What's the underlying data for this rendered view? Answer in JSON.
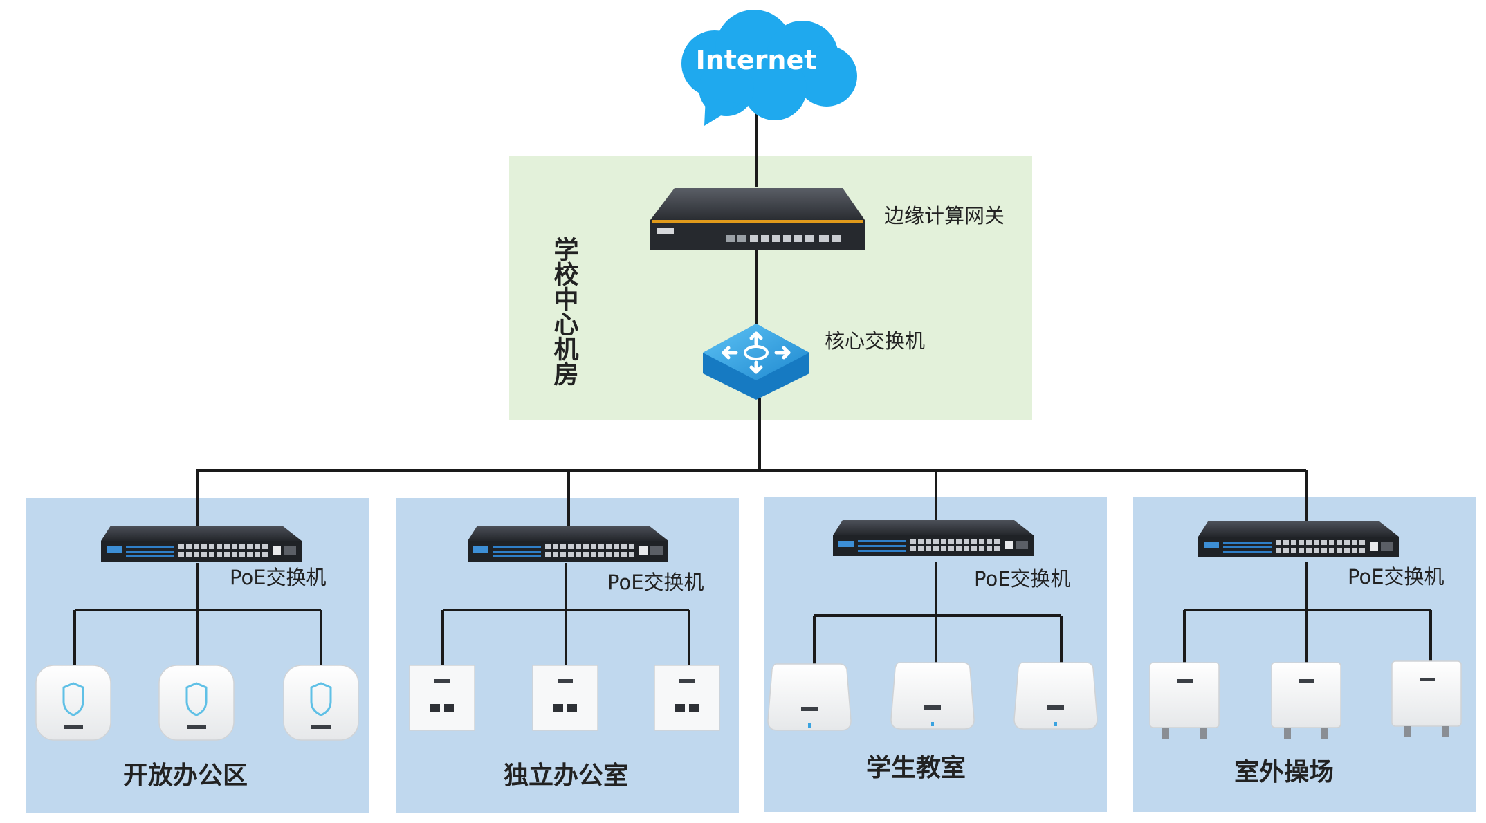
{
  "internet": {
    "label": "Internet"
  },
  "center": {
    "title": "学校中心机房",
    "gateway_label": "边缘计算网关",
    "core_switch_label": "核心交换机"
  },
  "zones": [
    {
      "name": "开放办公区",
      "switch_label": "PoE交换机",
      "ap_type": "ceiling-round"
    },
    {
      "name": "独立办公室",
      "switch_label": "PoE交换机",
      "ap_type": "wall-panel"
    },
    {
      "name": "学生教室",
      "switch_label": "PoE交换机",
      "ap_type": "ceiling-flat"
    },
    {
      "name": "室外操场",
      "switch_label": "PoE交换机",
      "ap_type": "outdoor"
    }
  ],
  "colors": {
    "cloud": "#1fa9ee",
    "center_bg": "#e3f1da",
    "zone_bg": "#c0d8ee",
    "line": "#1a1a1a",
    "switch_blue": "#2f8fd8",
    "device_dark": "#2b2e33"
  }
}
